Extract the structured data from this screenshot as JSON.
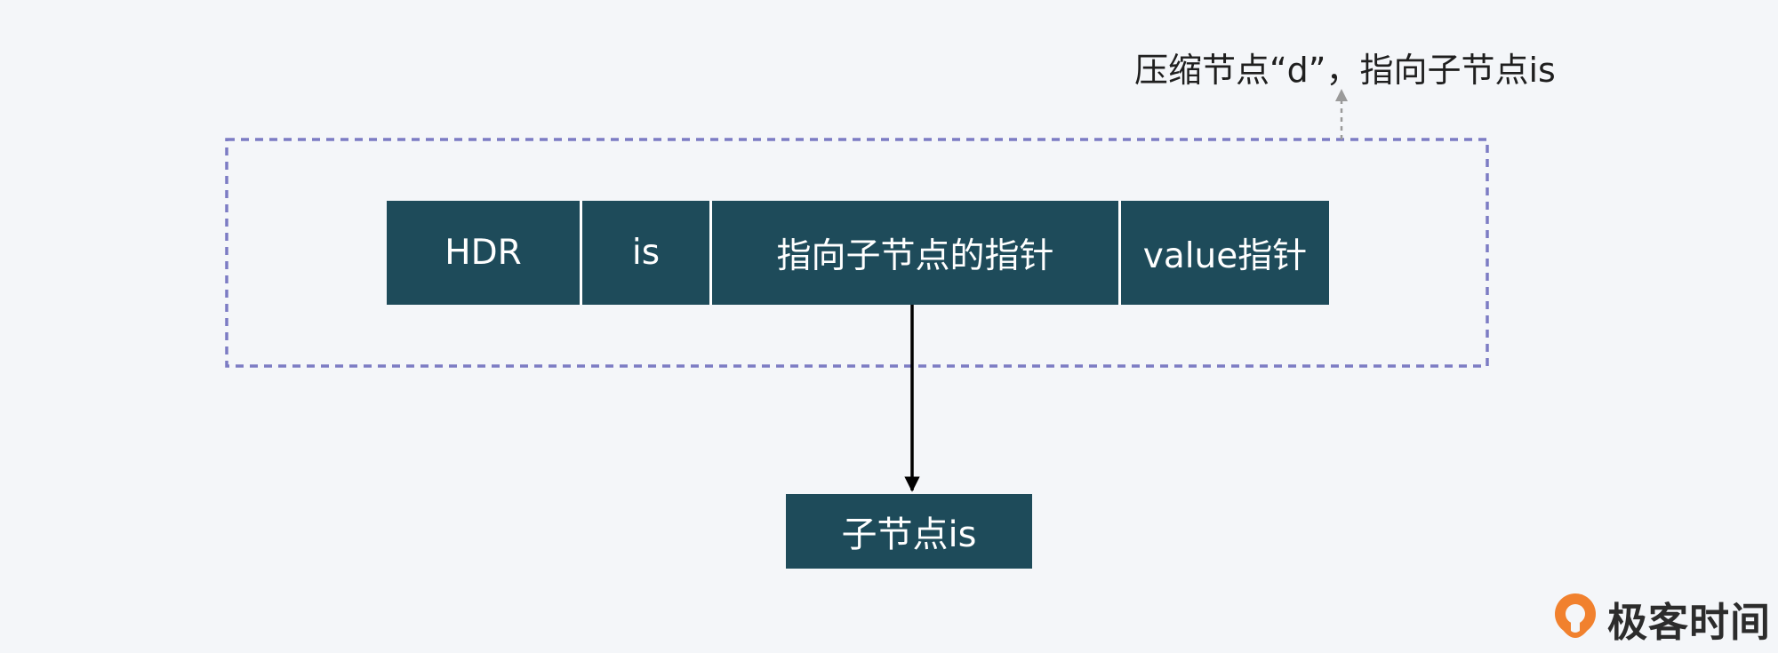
{
  "annotation": {
    "text": "压缩节点“d”，指向子节点is"
  },
  "compressed_node": {
    "cells": {
      "hdr": "HDR",
      "key": "is",
      "pointer": "指向子节点的指针",
      "value": "value指针"
    }
  },
  "child_node": {
    "label": "子节点is"
  },
  "logo": {
    "text": "极客时间"
  },
  "colors": {
    "node_fill": "#1e4b5a",
    "dashed_border": "#7c7cc4",
    "annotation_arrow": "#9a9a9a",
    "logo_orange": "#f1812e"
  }
}
